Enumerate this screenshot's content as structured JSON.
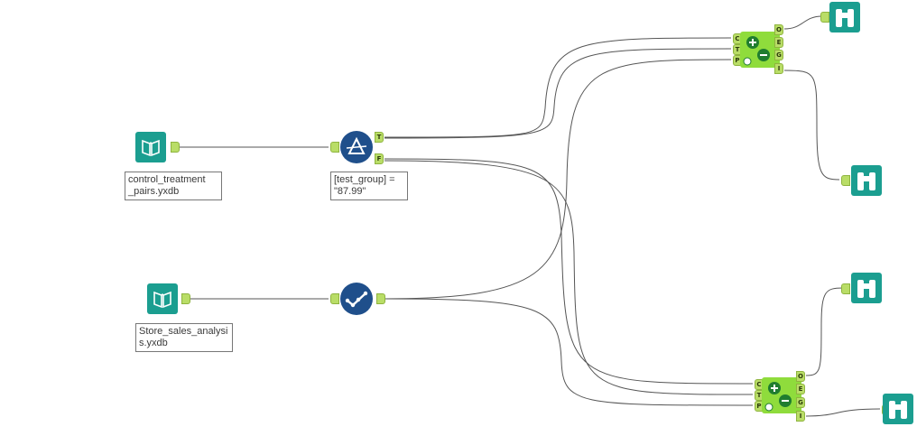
{
  "nodes": {
    "input1": {
      "label": "control_treatment\n_pairs.yxdb",
      "icon": "book-icon"
    },
    "input2": {
      "label": "Store_sales_analysi\ns.yxdb",
      "icon": "book-icon"
    },
    "filter": {
      "label": "[test_group] =\n\"87.99\"",
      "icon": "filter-triangle-icon",
      "anchors": [
        "T",
        "F"
      ]
    },
    "select": {
      "icon": "checkmark-select-icon"
    },
    "ab_top": {
      "icon": "plus-minus-icon",
      "in_anchors": [
        "C",
        "T",
        "P"
      ],
      "out_anchors": [
        "O",
        "E",
        "G",
        "I"
      ]
    },
    "ab_bottom": {
      "icon": "plus-minus-icon",
      "in_anchors": [
        "C",
        "T",
        "P"
      ],
      "out_anchors": [
        "O",
        "E",
        "G",
        "I"
      ]
    },
    "browse": {
      "icon": "binoculars-icon"
    }
  },
  "colors": {
    "input_teal": "#1b9e90",
    "tool_blue": "#1f4f8b",
    "anchor_green": "#b9dd67",
    "ab_green": "#8fdc3c",
    "connector": "#555555"
  }
}
